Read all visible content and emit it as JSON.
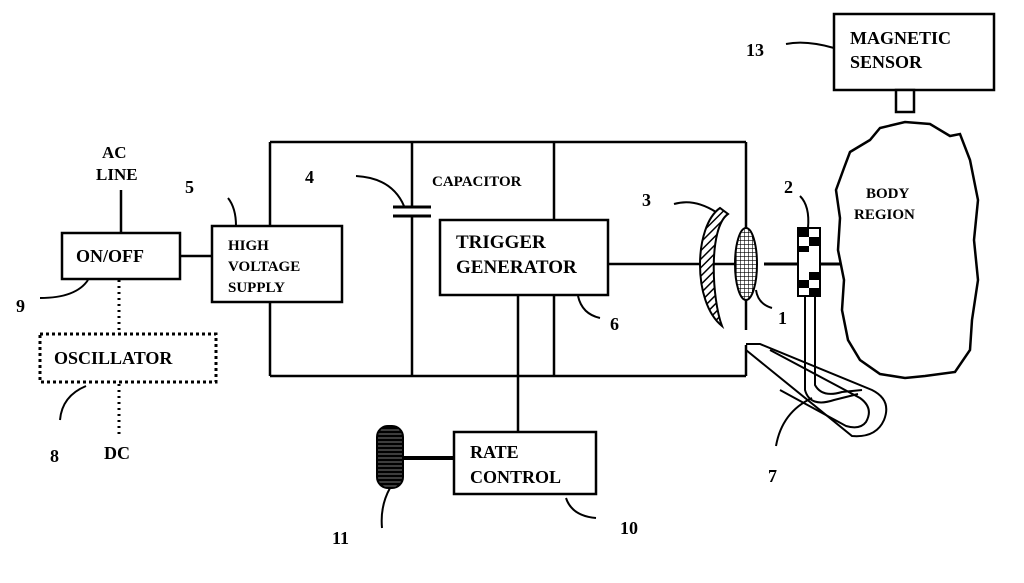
{
  "labels": {
    "ac_line_1": "AC",
    "ac_line_2": "LINE",
    "on_off": "ON/OFF",
    "oscillator": "OSCILLATOR",
    "dc": "DC",
    "hv_1": "HIGH",
    "hv_2": "VOLTAGE",
    "hv_3": "SUPPLY",
    "capacitor": "CAPACITOR",
    "trigger_1": "TRIGGER",
    "trigger_2": "GENERATOR",
    "rate_1": "RATE",
    "rate_2": "CONTROL",
    "magnetic_1": "MAGNETIC",
    "magnetic_2": "SENSOR",
    "body_1": "BODY",
    "body_2": "REGION"
  },
  "refs": {
    "r1": "1",
    "r2": "2",
    "r3": "3",
    "r4": "4",
    "r5": "5",
    "r6": "6",
    "r7": "7",
    "r8": "8",
    "r9": "9",
    "r10": "10",
    "r11": "11",
    "r13": "13"
  }
}
